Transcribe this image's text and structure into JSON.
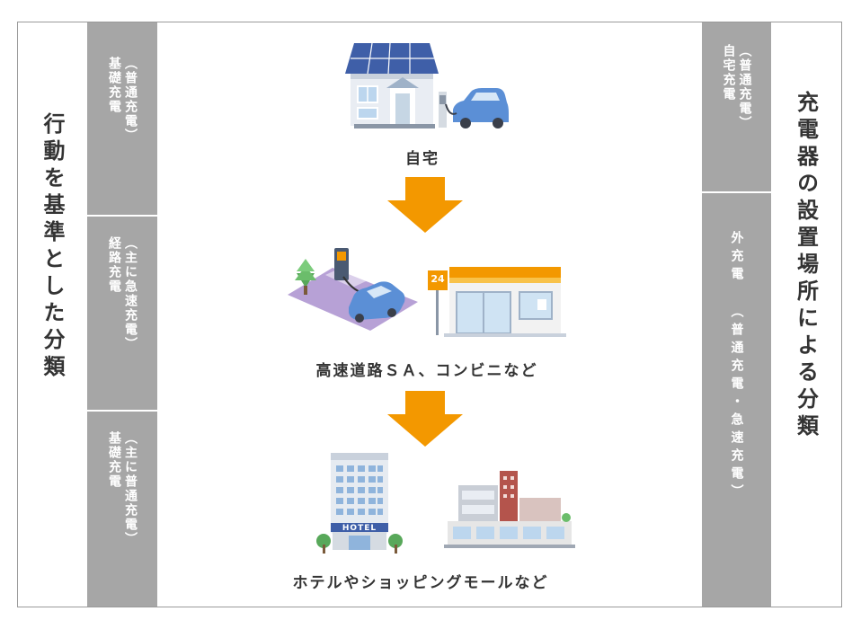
{
  "left_title": "行動を基準とした分類",
  "left_sections": [
    {
      "line1": "基礎充電",
      "line2": "（普通充電）"
    },
    {
      "line1": "経路充電",
      "line2": "（主に急速充電）"
    },
    {
      "line1": "基礎充電",
      "line2": "（主に普通充電）"
    }
  ],
  "right_title": "充電器の設置場所による分類",
  "right_sections": [
    {
      "line1": "自宅充電",
      "line2": "（普通充電）"
    },
    {
      "line1": "外充電 （普通充電・急速充電）"
    }
  ],
  "stages": [
    {
      "label": "自宅"
    },
    {
      "label": "高速道路ＳＡ、コンビニなど",
      "store_sign": "24"
    },
    {
      "label": "ホテルやショッピングモールなど",
      "hotel_sign": "HOTEL"
    }
  ],
  "colors": {
    "arrow": "#f39800",
    "grey_panel": "#a6a6a6",
    "roof": "#3f5fa8",
    "car": "#5b8fd6",
    "parking": "#b7a1d6",
    "awning": "#f39800"
  }
}
